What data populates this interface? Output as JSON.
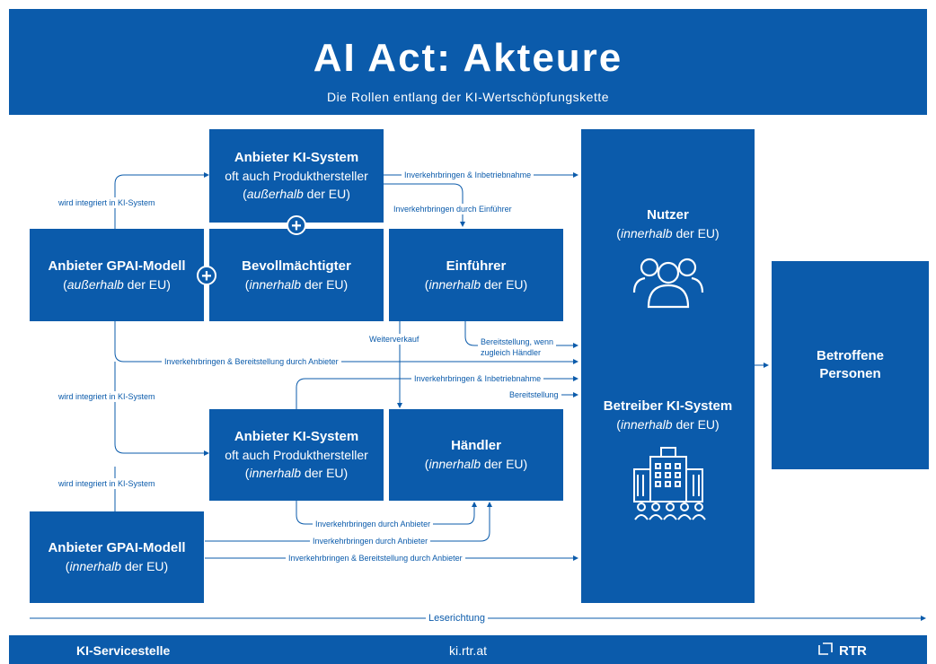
{
  "header": {
    "title": "AI Act: Akteure",
    "subtitle": "Die Rollen entlang der KI-Wertschöpfungskette"
  },
  "boxes": {
    "anbieter_ki_extern": {
      "title": "Anbieter KI-System",
      "line1": "oft auch Produkthersteller",
      "line2_em": "außerhalb",
      "line2_rest": " der EU)"
    },
    "anbieter_gpai_extern": {
      "title": "Anbieter GPAI-Modell",
      "line1_em": "außerhalb",
      "line1_rest": " der EU)"
    },
    "bevollmaechtigter": {
      "title": "Bevollmächtigter",
      "line1_em": "innerhalb",
      "line1_rest": " der EU)"
    },
    "einfuehrer": {
      "title": "Einführer",
      "line1_em": "innerhalb",
      "line1_rest": " der EU)"
    },
    "anbieter_ki_intern": {
      "title": "Anbieter KI-System",
      "line1": "oft auch Produkthersteller",
      "line2_em": "innerhalb",
      "line2_rest": " der EU)"
    },
    "haendler": {
      "title": "Händler",
      "line1_em": "innerhalb",
      "line1_rest": " der EU)"
    },
    "anbieter_gpai_intern": {
      "title": "Anbieter GPAI-Modell",
      "line1_em": "innerhalb",
      "line1_rest": " der EU)"
    },
    "nutzer": {
      "title": "Nutzer",
      "line1_em": "innerhalb",
      "line1_rest": " der EU)"
    },
    "betreiber": {
      "title": "Betreiber KI-System",
      "line1_em": "innerhalb",
      "line1_rest": " der EU)"
    },
    "betroffene": {
      "line1": "Betroffene",
      "line2": "Personen"
    }
  },
  "labels": {
    "integriert1": "wird integriert in KI-System",
    "integriert2": "wird integriert in KI-System",
    "integriert3": "wird integriert in KI-System",
    "inverkehr_inbetrieb_top": "Inverkehrbringen & Inbetriebnahme",
    "inverkehr_einfuehrer": "Inverkehrbringen durch Einführer",
    "weiterverkauf": "Weiterverkauf",
    "bereitstellung_wenn_1": "Bereitstellung, wenn",
    "bereitstellung_wenn_2": "zugleich Händler",
    "inverkehr_bereit_gpai_ext": "Inverkehrbringen & Bereitstellung durch Anbieter",
    "inverkehr_inbetrieb_mid": "Inverkehrbringen &  Inbetriebnahme",
    "bereitstellung": "Bereitstellung",
    "inverkehr_anbieter_1": "Inverkehrbringen durch Anbieter",
    "inverkehr_anbieter_2": "Inverkehrbringen durch Anbieter",
    "inverkehr_bereit_gpai_int": "Inverkehrbringen & Bereitstellung durch Anbieter",
    "leserichtung": "Leserichtung"
  },
  "plus_symbol": "+",
  "open_paren": "(",
  "footer": {
    "left": "KI-Servicestelle",
    "center": "ki.rtr.at",
    "right": "RTR"
  },
  "colors": {
    "primary": "#0b5bab",
    "background": "#ffffff"
  },
  "icons": [
    "people-group-icon",
    "office-building-icon",
    "rtr-logo-icon"
  ]
}
